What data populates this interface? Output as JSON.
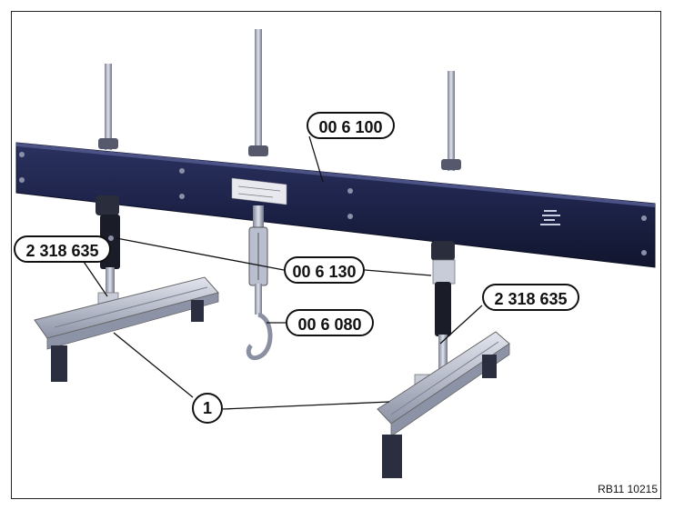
{
  "callouts": {
    "beam": "00 6 100",
    "left_support": "2 318 635",
    "scale": "00 6 130",
    "right_support": "2 318 635",
    "hook": "00 6 080",
    "feet": "1"
  },
  "figure_ref": "RB11 10215",
  "colors": {
    "beam": "#1d2349",
    "metal": "#b9bfcf",
    "dark_metal": "#3b3f52",
    "line": "#111111"
  }
}
